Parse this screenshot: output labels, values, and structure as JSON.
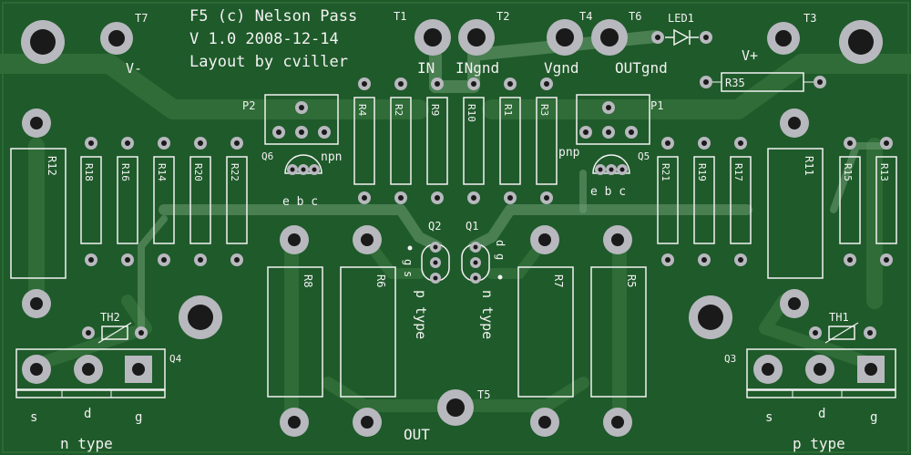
{
  "board": {
    "title_line1": "F5 (c) Nelson Pass",
    "title_line2": "V 1.0 2008-12-14",
    "title_line3": "Layout by cviller",
    "colors": {
      "substrate": "#1f5a2a",
      "trace": "#2f6c37",
      "silk": "#f2f2f2",
      "pad": "#b8b8bf",
      "hole": "#1a1a1a"
    }
  },
  "terminals": [
    {
      "id": "t7",
      "label": "T7",
      "sub": "V-"
    },
    {
      "id": "t1",
      "label": "T1",
      "sub": "IN"
    },
    {
      "id": "t2",
      "label": "T2",
      "sub": "INgnd"
    },
    {
      "id": "t4",
      "label": "T4",
      "sub": "Vgnd"
    },
    {
      "id": "t6",
      "label": "T6",
      "sub": "OUTgnd"
    },
    {
      "id": "t3",
      "label": "T3",
      "sub": "V+"
    },
    {
      "id": "t5",
      "label": "T5",
      "sub": "OUT"
    }
  ],
  "labels": {
    "led1": "LED1",
    "r35": "R35",
    "p2": "P2",
    "p1": "P1",
    "q6": "Q6",
    "q5": "Q5",
    "npn": "npn",
    "pnp": "pnp",
    "ebc_left": "e b c",
    "ebc_right": "e b c",
    "q2": "Q2",
    "q1": "Q1",
    "q4": "Q4",
    "q3": "Q3",
    "th2": "TH2",
    "th1": "TH1",
    "p_type_mid": "p type",
    "n_type_mid": "n type",
    "n_type_bottom": "n type",
    "p_type_bottom": "p type",
    "q4_pins": [
      "s",
      "d",
      "g"
    ],
    "q3_pins": [
      "s",
      "d",
      "g"
    ],
    "q2_pins": [
      "g",
      "s"
    ],
    "q1_pins": [
      "d",
      "g"
    ]
  },
  "resistors_top": [
    "R4",
    "R2",
    "R9",
    "R10",
    "R1",
    "R3"
  ],
  "resistors_left": [
    "R18",
    "R16",
    "R14",
    "R20",
    "R22"
  ],
  "resistors_right": [
    "R21",
    "R19",
    "R17",
    "R15",
    "R13"
  ],
  "big_resistors": [
    "R12",
    "R11",
    "R8",
    "R6",
    "R7",
    "R5"
  ]
}
